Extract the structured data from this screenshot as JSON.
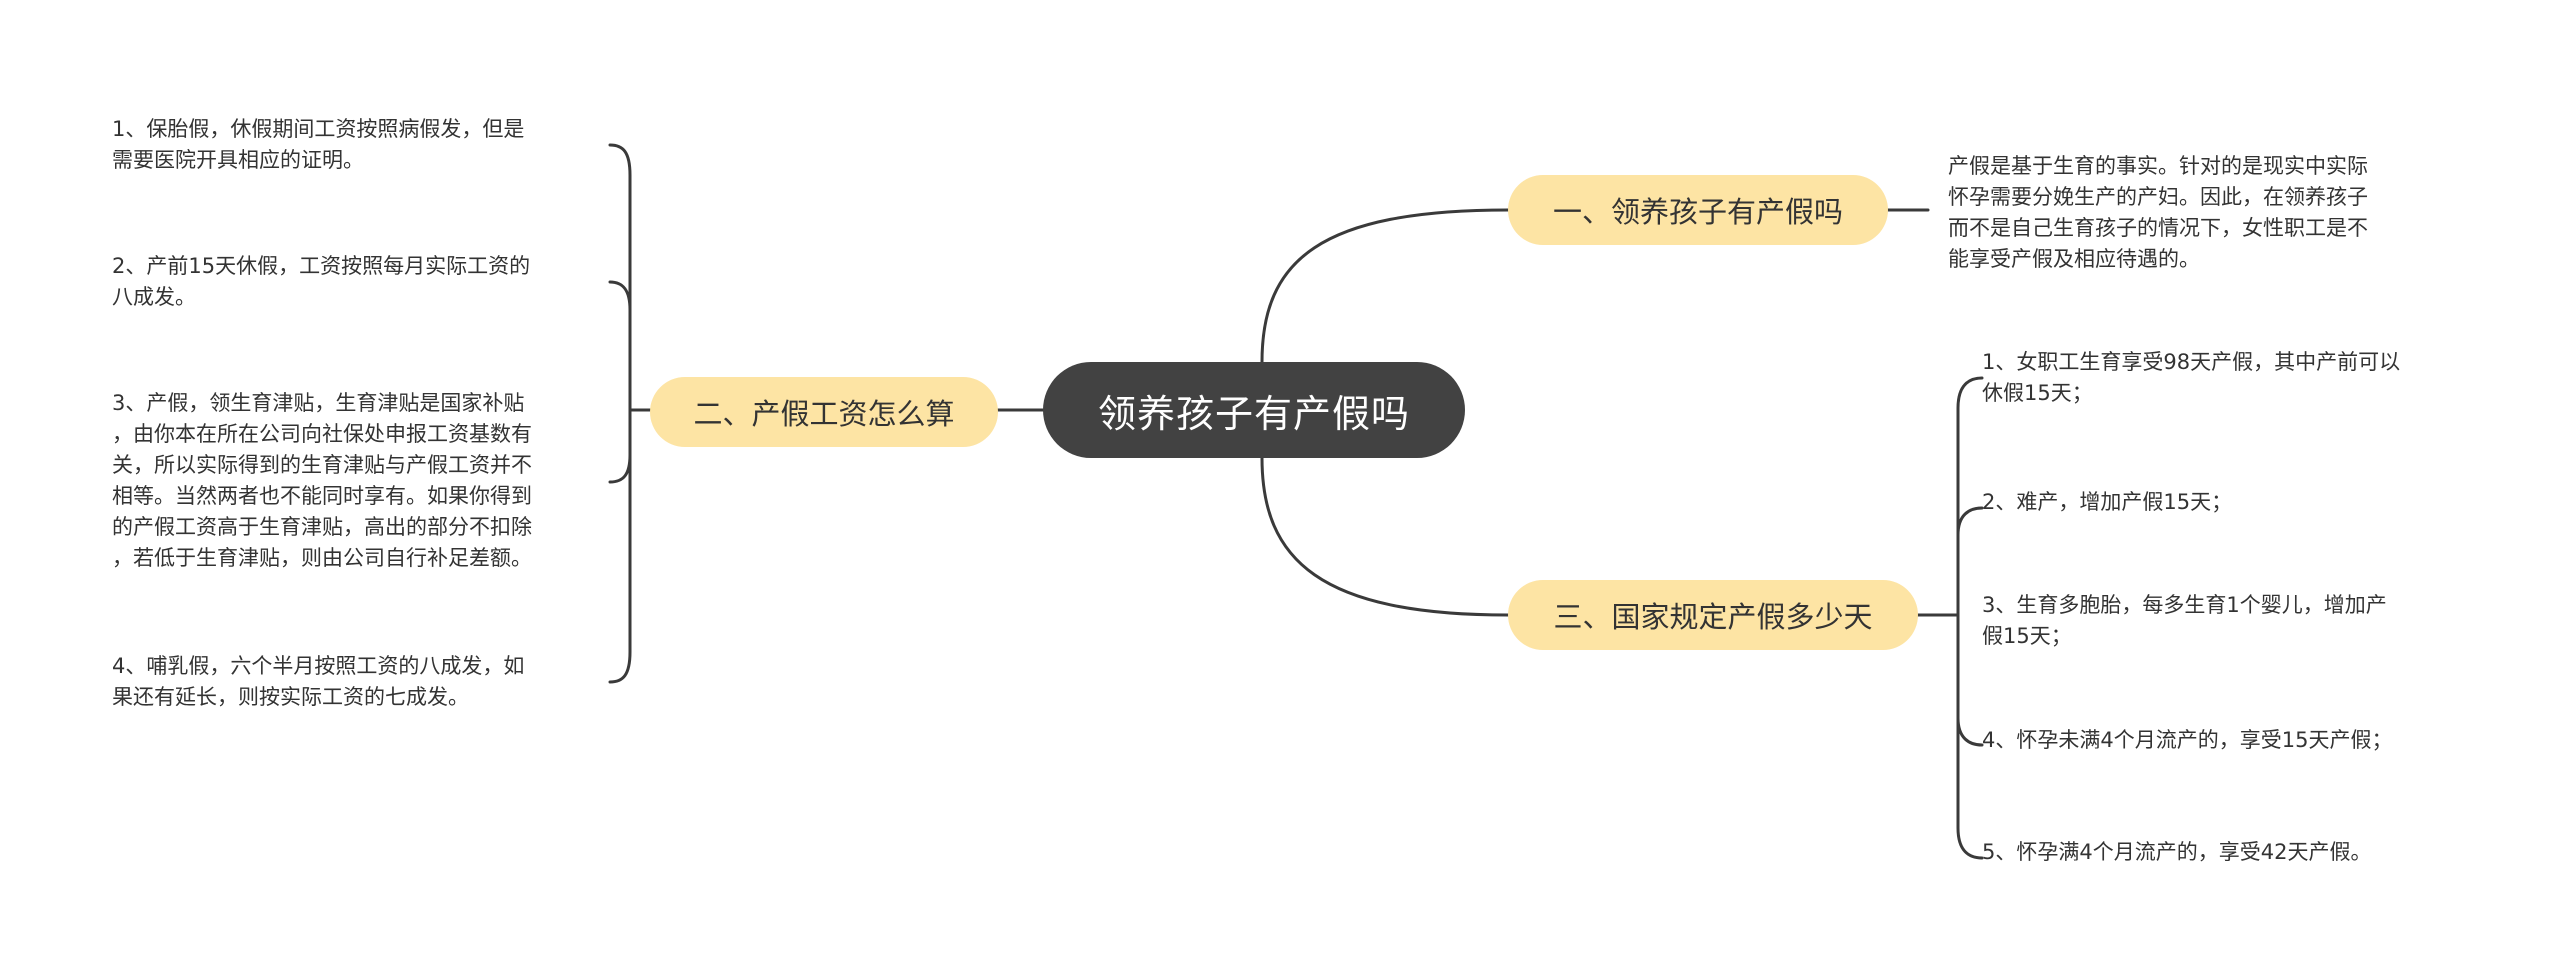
{
  "root": {
    "label": "领养孩子有产假吗"
  },
  "branches": [
    {
      "label": "一、领养孩子有产假吗",
      "leaves": [
        {
          "lines": [
            "产假是基于生育的事实。针对的是现实中实际",
            "怀孕需要分娩生产的产妇。因此，在领养孩子",
            "而不是自己生育孩子的情况下，女性职工是不",
            "能享受产假及相应待遇的。"
          ]
        }
      ]
    },
    {
      "label": "二、产假工资怎么算",
      "leaves": [
        {
          "lines": [
            "1、保胎假，休假期间工资按照病假发，但是",
            "需要医院开具相应的证明。"
          ]
        },
        {
          "lines": [
            "2、产前15天休假，工资按照每月实际工资的",
            "八成发。"
          ]
        },
        {
          "lines": [
            "3、产假，领生育津贴，生育津贴是国家补贴",
            "，由你本在所在公司向社保处申报工资基数有",
            "关，所以实际得到的生育津贴与产假工资并不",
            "相等。当然两者也不能同时享有。如果你得到",
            "的产假工资高于生育津贴，高出的部分不扣除",
            "，若低于生育津贴，则由公司自行补足差额。"
          ]
        },
        {
          "lines": [
            "4、哺乳假，六个半月按照工资的八成发，如",
            "果还有延长，则按实际工资的七成发。"
          ]
        }
      ]
    },
    {
      "label": "三、国家规定产假多少天",
      "leaves": [
        {
          "lines": [
            "1、女职工生育享受98天产假，其中产前可以",
            "休假15天；"
          ]
        },
        {
          "lines": [
            "2、难产，增加产假15天；"
          ]
        },
        {
          "lines": [
            "3、生育多胞胎，每多生育1个婴儿，增加产",
            "假15天；"
          ]
        },
        {
          "lines": [
            "4、怀孕未满4个月流产的，享受15天产假；"
          ]
        },
        {
          "lines": [
            "5、怀孕满4个月流产的，享受42天产假。"
          ]
        }
      ]
    }
  ],
  "colors": {
    "root_bg": "#424242",
    "branch_bg": "#fde4a4",
    "line": "#3a3a3a",
    "text": "#333333"
  }
}
